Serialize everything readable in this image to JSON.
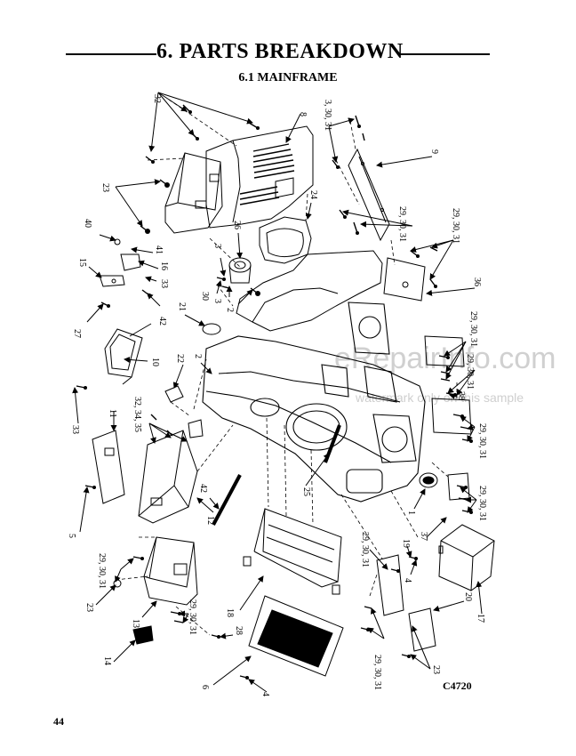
{
  "section_title": "6. PARTS BREAKDOWN",
  "subsection_title": "6.1 MAINFRAME",
  "drawing_code": "C4720",
  "page_number": "44",
  "watermark": "eRepairInfo.com",
  "watermark_note": "watermark only on this sample",
  "callouts": {
    "c32": "32",
    "c8": "8",
    "c3_30_31_top": "3, 30, 31",
    "c9": "9",
    "c23_upper": "23",
    "c24": "24",
    "c40": "40",
    "c41": "41",
    "c16": "16",
    "c26": "26",
    "c3_mid": "3",
    "c29_30_31_top": "29, 30, 31",
    "c29_30_31_top2": "29, 30, 31",
    "c15": "15",
    "c33_upper": "33",
    "c30": "30",
    "c3_lower": "3",
    "c2_upper": "2",
    "c36": "36",
    "c27": "27",
    "c42_upper": "42",
    "c21": "21",
    "c29_30_31_right1": "29, 30, 31",
    "c10": "10",
    "c22": "22",
    "c2_lower": "2",
    "c29_30_31_right2": "29, 30, 31",
    "c33_lower": "33",
    "c32_34_35": "32, 34, 35",
    "c11": "11",
    "c38": "38",
    "c29_30_31_right3": "29, 30, 31",
    "c12": "12",
    "c42_lower": "42",
    "c25": "25",
    "c29_30_31_right4": "29, 30, 31",
    "c1": "1",
    "c5": "5",
    "c37": "37",
    "c29_30_31_left": "29, 30, 31",
    "c19": "19",
    "c29_30_31_mid": "29, 30, 31",
    "c4_mid": "4",
    "c23_left": "23",
    "c20": "20",
    "c17": "17",
    "c18": "18",
    "c13": "13",
    "c29_30_31_bottom": "29, 30, 31",
    "c28": "28",
    "c14": "14",
    "c23_right": "23",
    "c6": "6",
    "c4_bottom": "4",
    "c29_30_31_bottom_right": "29, 30, 31"
  }
}
